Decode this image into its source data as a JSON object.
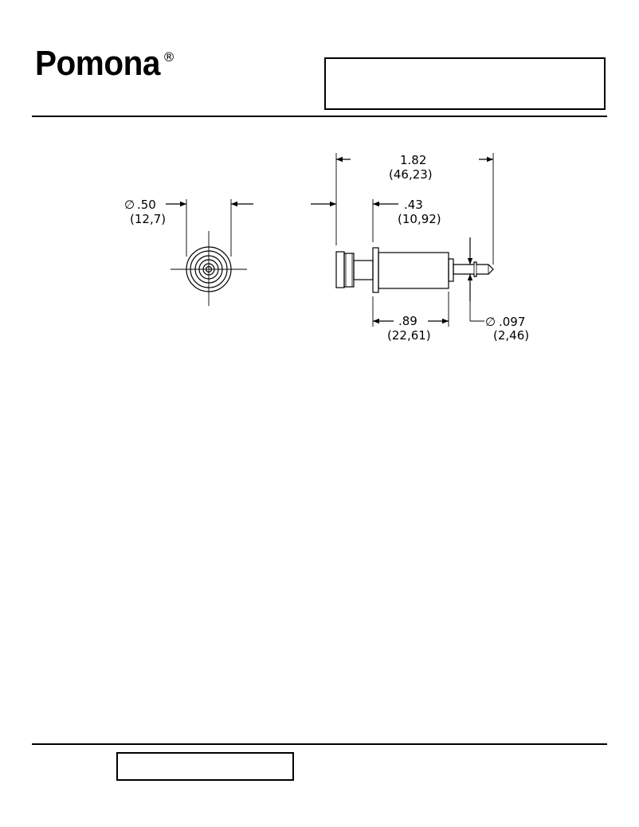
{
  "header": {
    "logo_text": "Pomona",
    "registered_mark": "®"
  },
  "drawing": {
    "end_view": {
      "diameter_symbol": "∅",
      "diameter_in": ".50",
      "diameter_mm": "(12,7)"
    },
    "side_view": {
      "overall_length_in": "1.82",
      "overall_length_mm": "(46,23)",
      "flange_length_in": ".43",
      "flange_length_mm": "(10,92)",
      "body_length_in": ".89",
      "body_length_mm": "(22,61)",
      "pin_diameter_symbol": "∅",
      "pin_diameter_in": ".097",
      "pin_diameter_mm": "(2,46)"
    }
  }
}
